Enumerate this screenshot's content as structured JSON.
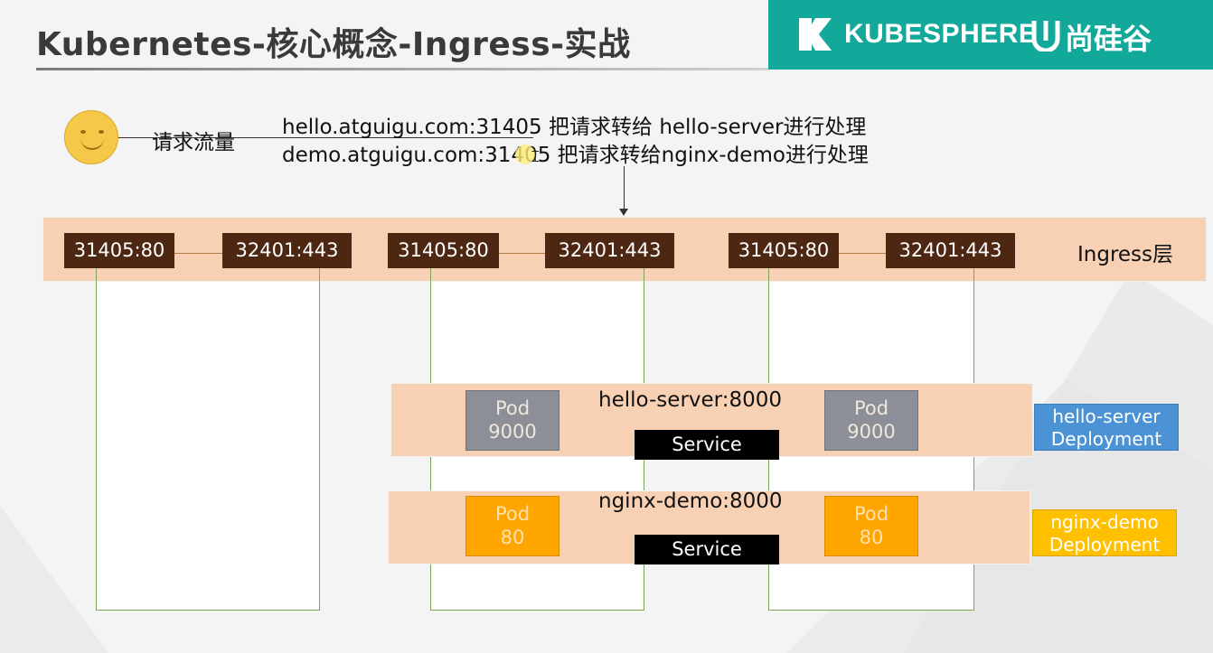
{
  "slide": {
    "title": "Kubernetes-核心概念-Ingress-实战",
    "brand_kubesphere": "KUBESPHERE",
    "brand_atguigu": "尚硅谷"
  },
  "diagram": {
    "request_label": "请求流量",
    "routing_rules": [
      "hello.atguigu.com:31405 把请求转给 hello-server进行处理",
      "demo.atguigu.com:31405 把请求转给nginx-demo进行处理"
    ],
    "ingress_label": "Ingress层",
    "nodes": [
      {
        "http_port": "31405:80",
        "https_port": "32401:443"
      },
      {
        "http_port": "31405:80",
        "https_port": "32401:443"
      },
      {
        "http_port": "31405:80",
        "https_port": "32401:443"
      }
    ],
    "services": [
      {
        "name": "hello-server:8000",
        "service_label": "Service",
        "pods": [
          {
            "label": "Pod",
            "port": "9000"
          },
          {
            "label": "Pod",
            "port": "9000"
          }
        ],
        "deployment": {
          "line1": "hello-server",
          "line2": "Deployment"
        }
      },
      {
        "name": "nginx-demo:8000",
        "service_label": "Service",
        "pods": [
          {
            "label": "Pod",
            "port": "80"
          },
          {
            "label": "Pod",
            "port": "80"
          }
        ],
        "deployment": {
          "line1": "nginx-demo",
          "line2": "Deployment"
        }
      }
    ],
    "colors": {
      "brand": "#13a99a",
      "ingress_band": "#f8d1b4",
      "port_box": "#4d2711",
      "hello_pod": "#8c8f98",
      "nginx_pod": "#ffa500",
      "hello_deployment": "#4c93d6",
      "nginx_deployment": "#ffc000",
      "node_border": "#7ea458"
    }
  }
}
